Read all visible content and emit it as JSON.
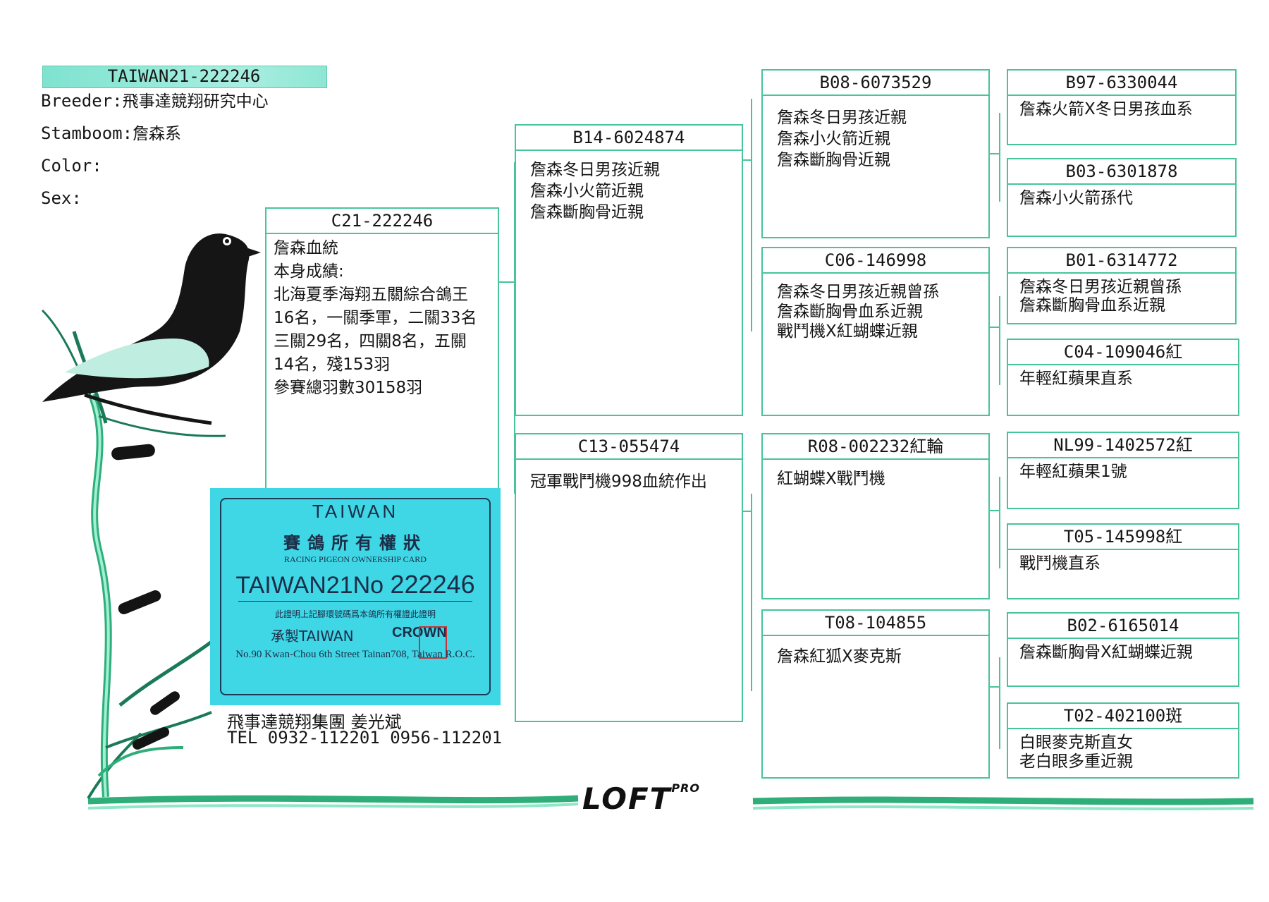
{
  "header": {
    "ring": "TAIWAN21-222246",
    "breeder_label": "Breeder:",
    "breeder": "飛事達競翔研究中心",
    "stamboom_label": "Stamboom:",
    "stamboom": "詹森系",
    "color_label": "Color:",
    "color": "",
    "sex_label": "Sex:",
    "sex": ""
  },
  "subject": {
    "code": "C21-222246",
    "text": "詹森血統\n本身成績:\n北海夏季海翔五關綜合鴿王\n16名，一關季軍，二關33名\n三關29名，四關8名，五關\n14名，殘153羽\n參賽總羽數30158羽"
  },
  "parents": {
    "sire": {
      "code": "B14-6024874",
      "text": "詹森冬日男孩近親\n詹森小火箭近親\n詹森斷胸骨近親"
    },
    "dam": {
      "code": "C13-055474",
      "text": "冠軍戰鬥機998血統作出"
    }
  },
  "grandparents": [
    {
      "code": "B08-6073529",
      "text": "詹森冬日男孩近親\n詹森小火箭近親\n詹森斷胸骨近親"
    },
    {
      "code": "C06-146998",
      "text": "詹森冬日男孩近親曾孫\n詹森斷胸骨血系近親\n戰鬥機X紅蝴蝶近親"
    },
    {
      "code": "R08-002232紅輪",
      "text": "紅蝴蝶X戰鬥機"
    },
    {
      "code": "T08-104855",
      "text": "詹森紅狐X麥克斯"
    }
  ],
  "great_grandparents": [
    {
      "code": "B97-6330044",
      "text": "詹森火箭X冬日男孩血系"
    },
    {
      "code": "B03-6301878",
      "text": "詹森小火箭孫代"
    },
    {
      "code": "B01-6314772",
      "text": "詹森冬日男孩近親曾孫\n詹森斷胸骨血系近親"
    },
    {
      "code": "C04-109046紅",
      "text": "年輕紅蘋果直系"
    },
    {
      "code": "NL99-1402572紅",
      "text": "年輕紅蘋果1號"
    },
    {
      "code": "T05-145998紅",
      "text": "戰鬥機直系"
    },
    {
      "code": "B02-6165014",
      "text": "詹森斷胸骨X紅蝴蝶近親"
    },
    {
      "code": "T02-402100斑",
      "text": "白眼麥克斯直女\n老白眼多重近親"
    }
  ],
  "ownership_card": {
    "country": "TAIWAN",
    "title": "賽鴿所有權狀",
    "subtitle": "RACING PIGEON OWNERSHIP CARD",
    "ring_prefix": "TAIWAN21No",
    "ring_number": "222246",
    "note": "此證明上記腳環號碼爲本鴿所有權證此證明",
    "maker": "承製TAIWAN",
    "brand": "CROWN",
    "address": "No.90 Kwan-Chou 6th Street Tainan708, Taiwan R.O.C."
  },
  "footer": {
    "owner": "飛事達競翔集團 姜光斌",
    "tel": "TEL 0932-112201 0956-112201"
  },
  "logo": {
    "main": "LOFT",
    "sup": "PRO"
  },
  "colors": {
    "frame": "#48c49a",
    "title_bar": "#8fe6d4",
    "ownership_card": "#3fd6e6",
    "ink": "#161616"
  }
}
